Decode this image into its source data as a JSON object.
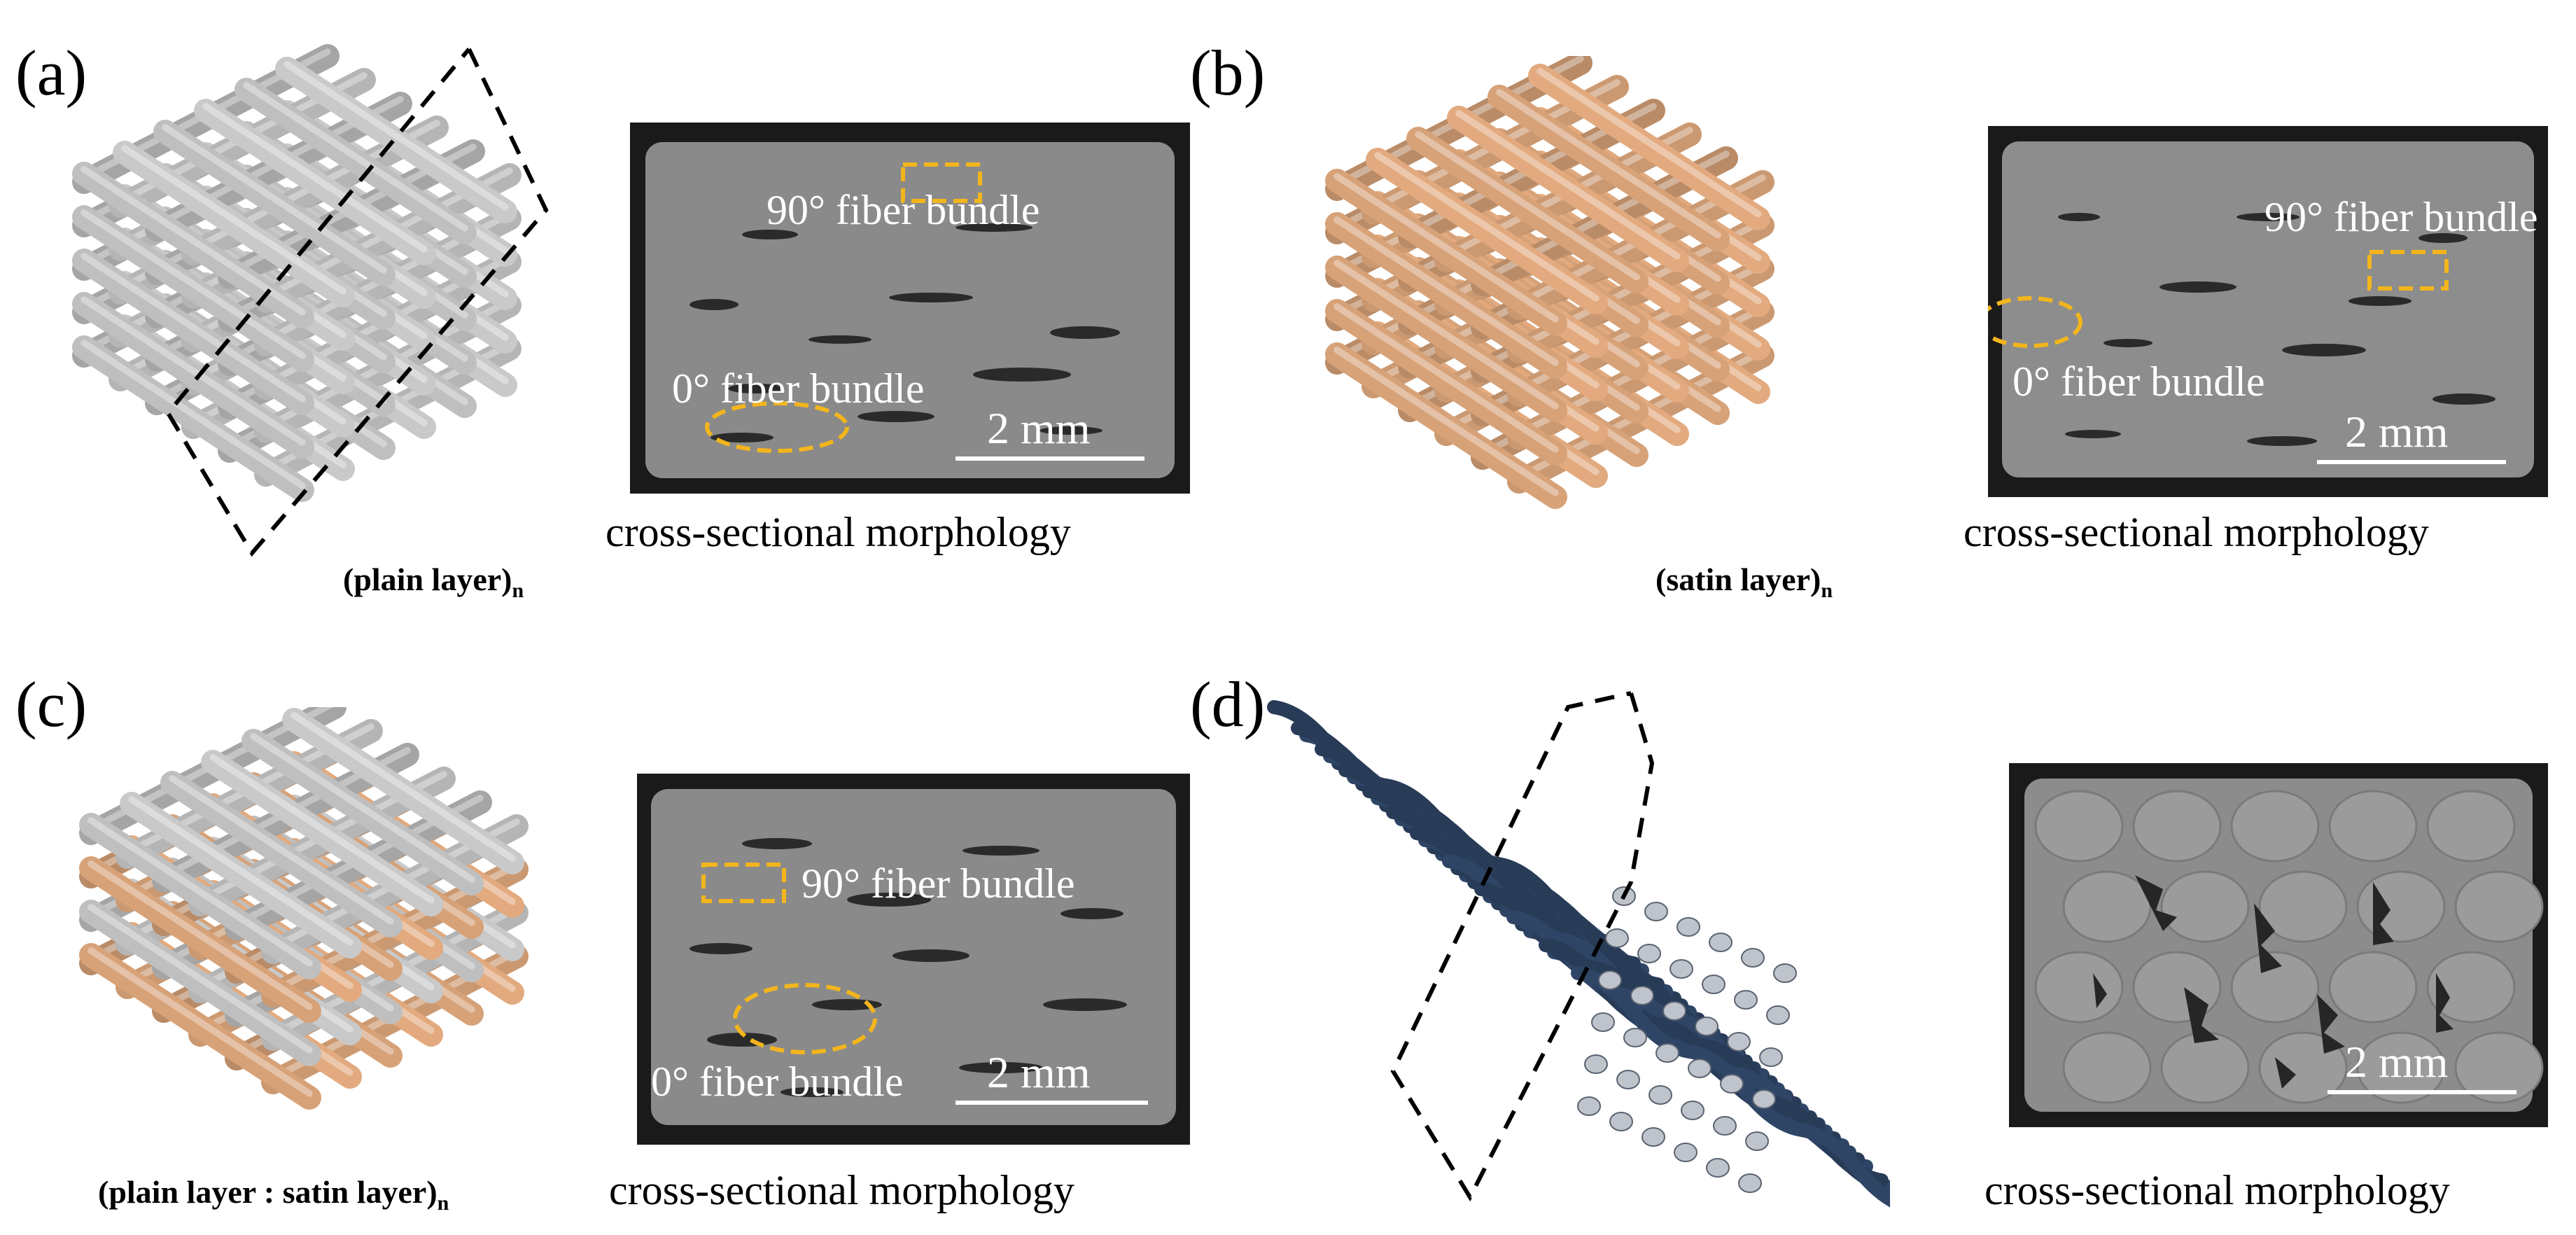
{
  "panels": [
    {
      "label": "(a)",
      "layer_caption": "(plain layer)",
      "layer_subscript": "n",
      "morphology_caption": "cross-sectional  morphology",
      "scale_text": "2 mm",
      "annotation_90": "90° fiber bundle",
      "annotation_0": "0° fiber bundle",
      "model_color": "#c9c9c9"
    },
    {
      "label": "(b)",
      "layer_caption": "(satin layer)",
      "layer_subscript": "n",
      "morphology_caption": "cross-sectional  morphology",
      "scale_text": "2 mm",
      "annotation_90": "90° fiber bundle",
      "annotation_0": "0° fiber bundle",
      "model_color": "#e2aa7e"
    },
    {
      "label": "(c)",
      "layer_caption": "(plain layer : satin layer)",
      "layer_subscript": "n",
      "morphology_caption": "cross-sectional  morphology",
      "scale_text": "2 mm",
      "annotation_90": "90° fiber bundle",
      "annotation_0": "0° fiber bundle",
      "model_color": "#c9c9c9",
      "model_color_2": "#e2aa7e"
    },
    {
      "label": "(d)",
      "morphology_caption": "cross-sectional  morphology",
      "scale_text": "2 mm",
      "model_color": "#2f4566"
    }
  ],
  "annotation_color": "#f2b51c"
}
